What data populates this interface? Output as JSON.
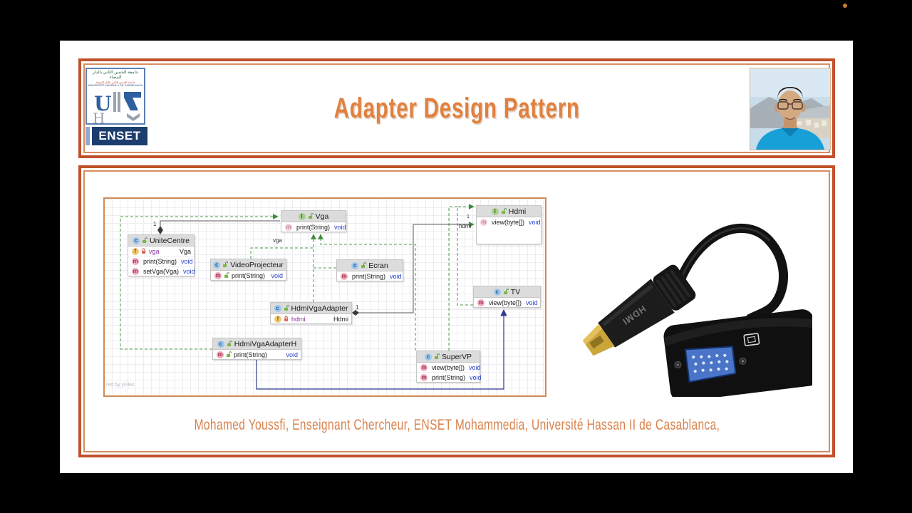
{
  "slide": {
    "title": "Adapter Design Pattern",
    "footer": "Mohamed Youssfi, Enseignant Chercheur, ENSET Mohammedia, Université Hassan II de Casablanca,",
    "colors": {
      "frame_outer": "#c1512b",
      "frame_inner": "#d98c5f",
      "title_orange": "#e0813f",
      "accent_dot": "#c77f2e",
      "edge_green": "#4a9a4a",
      "edge_blue": "#2e3b8e"
    }
  },
  "logo": {
    "arabic": "جامعة الحسن الثاني بالدار البيضاء",
    "line2": "UNIVERSITÉ HASSAN II DE CASABLANCA",
    "enset": "ENSET"
  },
  "product": {
    "hdmi_label": "HDMI"
  },
  "diagram": {
    "watermark": "red by yFiles",
    "classes": [
      {
        "name": "Vga",
        "kind": "interface",
        "rows": [
          {
            "icon": "method-abstract",
            "vis": "public",
            "text": "print(String)",
            "type": "void"
          }
        ]
      },
      {
        "name": "UniteCentre",
        "kind": "class",
        "rows": [
          {
            "icon": "field",
            "vis": "private",
            "field": true,
            "text": "vga",
            "type": "Vga"
          },
          {
            "icon": "method",
            "vis": "public",
            "text": "print(String)",
            "type": "void"
          },
          {
            "icon": "method",
            "vis": "public",
            "text": "setVga(Vga)",
            "type": "void"
          }
        ]
      },
      {
        "name": "VideoProjecteur",
        "kind": "class",
        "rows": [
          {
            "icon": "method",
            "vis": "public",
            "text": "print(String)",
            "type": "void",
            "spread": true
          }
        ]
      },
      {
        "name": "Ecran",
        "kind": "class",
        "rows": [
          {
            "icon": "method",
            "vis": "public",
            "text": "print(String)",
            "type": "void"
          }
        ]
      },
      {
        "name": "HdmiVgaAdapter",
        "kind": "class",
        "rows": [
          {
            "icon": "field",
            "vis": "private",
            "field": true,
            "text": "hdmi",
            "type": "Hdmi"
          }
        ]
      },
      {
        "name": "HdmiVgaAdapterH",
        "kind": "class",
        "rows": [
          {
            "icon": "method",
            "vis": "public",
            "text": "print(String)",
            "type": "void",
            "spread": true
          }
        ]
      },
      {
        "name": "Hdmi",
        "kind": "interface",
        "rows": [
          {
            "icon": "method-abstract",
            "vis": "public",
            "text": "view(byte[])",
            "type": "void"
          }
        ]
      },
      {
        "name": "TV",
        "kind": "class",
        "rows": [
          {
            "icon": "method",
            "vis": "public",
            "text": "view(byte[])",
            "type": "void"
          }
        ]
      },
      {
        "name": "SuperVP",
        "kind": "class",
        "rows": [
          {
            "icon": "method",
            "vis": "public",
            "text": "view(byte[])",
            "type": "void"
          },
          {
            "icon": "method",
            "vis": "public",
            "text": "print(String)",
            "type": "void"
          }
        ]
      }
    ],
    "edge_labels": [
      {
        "text": "1"
      },
      {
        "text": "vga"
      },
      {
        "text": "1"
      },
      {
        "text": "1"
      },
      {
        "text": "hdmi"
      }
    ]
  }
}
